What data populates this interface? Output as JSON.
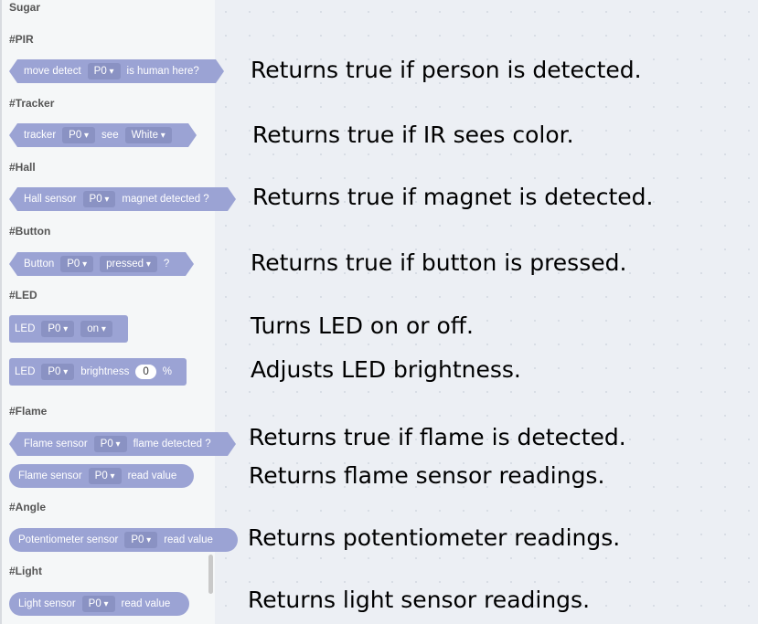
{
  "flyout": {
    "title": "Sugar",
    "categories": [
      "#PIR",
      "#Tracker",
      "#Hall",
      "#Button",
      "#LED",
      "#Flame",
      "#Angle",
      "#Light"
    ],
    "blocks": {
      "pir": {
        "label": "move detect",
        "pin": "P0",
        "suffix": "is human here?"
      },
      "tracker": {
        "label": "tracker",
        "pin": "P0",
        "mid": "see",
        "color": "White"
      },
      "hall": {
        "label": "Hall sensor",
        "pin": "P0",
        "suffix": "magnet detected ?"
      },
      "button": {
        "label": "Button",
        "pin": "P0",
        "state": "pressed",
        "suffix": "?"
      },
      "led": {
        "label": "LED",
        "pin": "P0",
        "state": "on"
      },
      "led_brightness": {
        "label": "LED",
        "pin": "P0",
        "mid": "brightness",
        "value": "0",
        "suffix": "%"
      },
      "flame_detect": {
        "label": "Flame sensor",
        "pin": "P0",
        "suffix": "flame detected ?"
      },
      "flame_value": {
        "label": "Flame sensor",
        "pin": "P0",
        "suffix": "read value"
      },
      "potentiometer": {
        "label": "Potentiometer sensor",
        "pin": "P0",
        "suffix": "read value"
      },
      "light": {
        "label": "Light sensor",
        "pin": "P0",
        "suffix": "read value"
      }
    }
  },
  "annotations": [
    "Returns true if person is detected.",
    "Returns true if IR sees color.",
    "Returns true if magnet is detected.",
    "Returns true if button is pressed.",
    "Turns LED on or off.",
    "Adjusts LED brightness.",
    "Returns true if flame is detected.",
    "Returns flame sensor readings.",
    "Returns potentiometer readings.",
    "Returns light sensor readings."
  ]
}
